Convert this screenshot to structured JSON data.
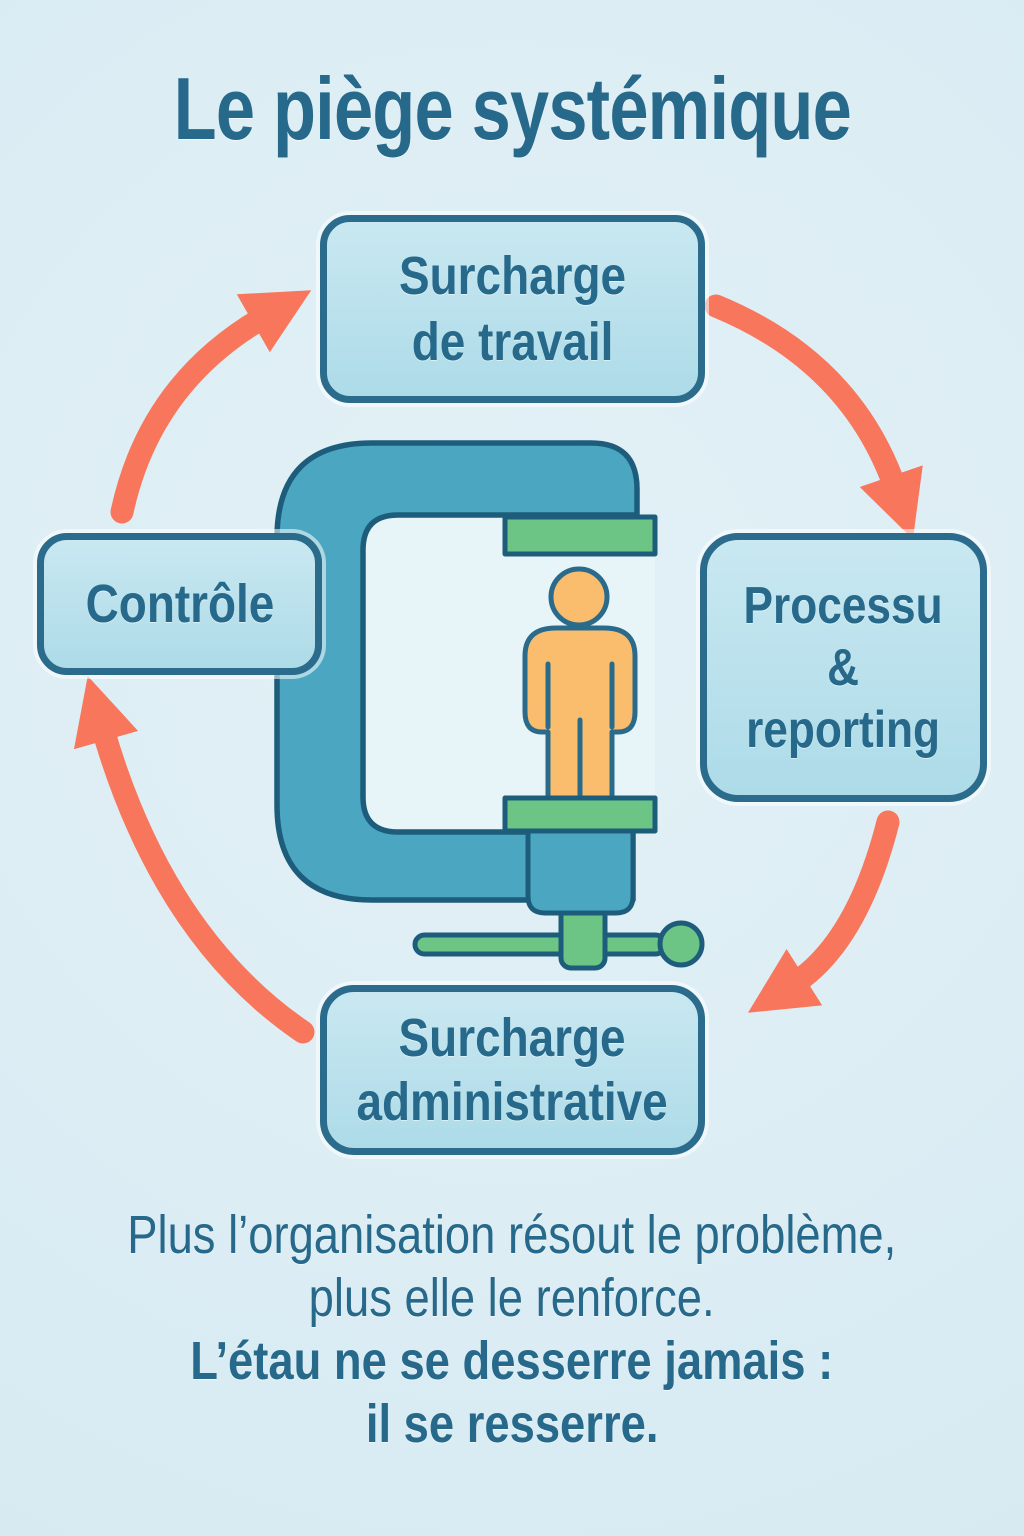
{
  "title": "Le piège systémique",
  "cycle": {
    "nodes": [
      {
        "id": "workload",
        "label": "Surcharge\nde travail"
      },
      {
        "id": "process",
        "label": "Processu\n&\nreporting"
      },
      {
        "id": "admin",
        "label": "Surcharge\nadministrative"
      },
      {
        "id": "control",
        "label": "Contrôle"
      }
    ]
  },
  "caption": {
    "line1": "Plus l’organisation résout le problème,",
    "line2": "plus elle le renforce.",
    "line3": "L’étau ne se desserre jamais :",
    "line4": "il se resserre."
  },
  "icons": {
    "clamp": "c-clamp-icon",
    "person": "person-icon",
    "arrows": "cycle-arrow-icon"
  },
  "colors": {
    "background": "#dcedf4",
    "node_fill": "#b9e0ea",
    "node_border": "#2b6b8c",
    "text": "#27698b",
    "clamp_teal": "#4ba6c2",
    "clamp_outline": "#1d5d7b",
    "green": "#6cc585",
    "orange": "#f9bd6d",
    "arrow": "#f8765b"
  }
}
